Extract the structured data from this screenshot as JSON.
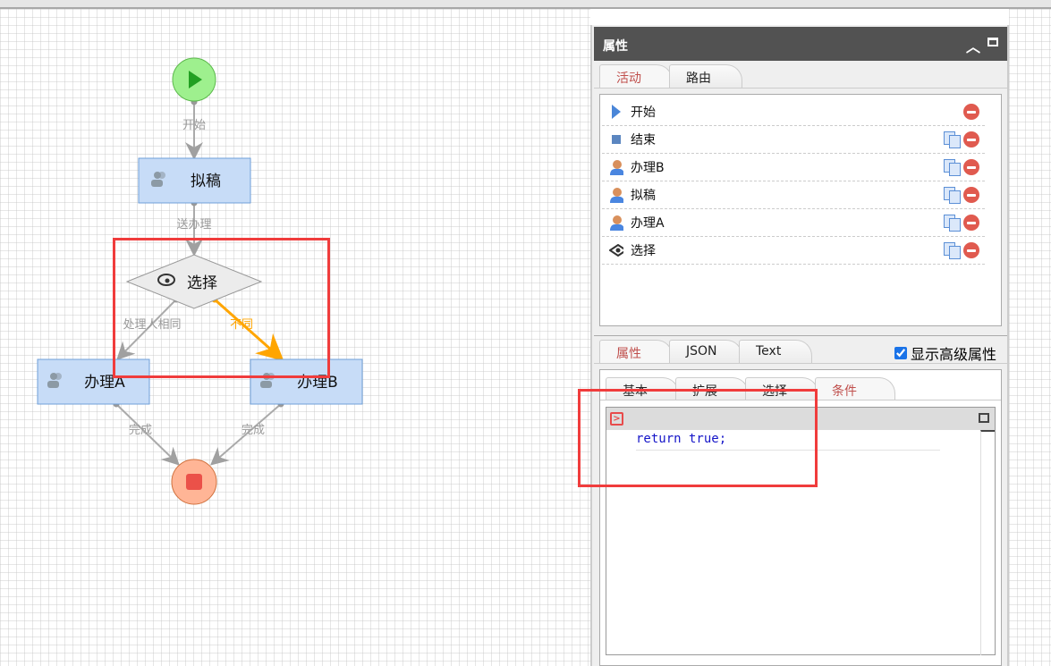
{
  "diagram": {
    "nodes": {
      "start": "",
      "draft": "拟稿",
      "choice": "选择",
      "handle_a": "办理A",
      "handle_b": "办理B",
      "end": ""
    },
    "edges": {
      "start_label": "开始",
      "send_label": "送办理",
      "same_label": "处理人相同",
      "diff_label": "不同",
      "done_a": "完成",
      "done_b": "完成"
    },
    "highlight_color": "#ffa500"
  },
  "panel": {
    "title": "属性",
    "top_tabs": [
      "活动",
      "路由"
    ],
    "activities": [
      {
        "icon": "play-icon",
        "label": "开始",
        "copy": false
      },
      {
        "icon": "stop-icon",
        "label": "结束",
        "copy": true
      },
      {
        "icon": "user-icon",
        "label": "办理B",
        "copy": true
      },
      {
        "icon": "user-icon",
        "label": "拟稿",
        "copy": true
      },
      {
        "icon": "user-icon",
        "label": "办理A",
        "copy": true
      },
      {
        "icon": "gateway-icon",
        "label": "选择",
        "copy": true
      }
    ],
    "bottom_tabs": [
      "属性",
      "JSON",
      "Text"
    ],
    "show_advanced": "显示高级属性",
    "show_advanced_checked": true,
    "sub_tabs": [
      "基本",
      "扩展",
      "选择",
      "条件"
    ],
    "code": "return true;"
  }
}
